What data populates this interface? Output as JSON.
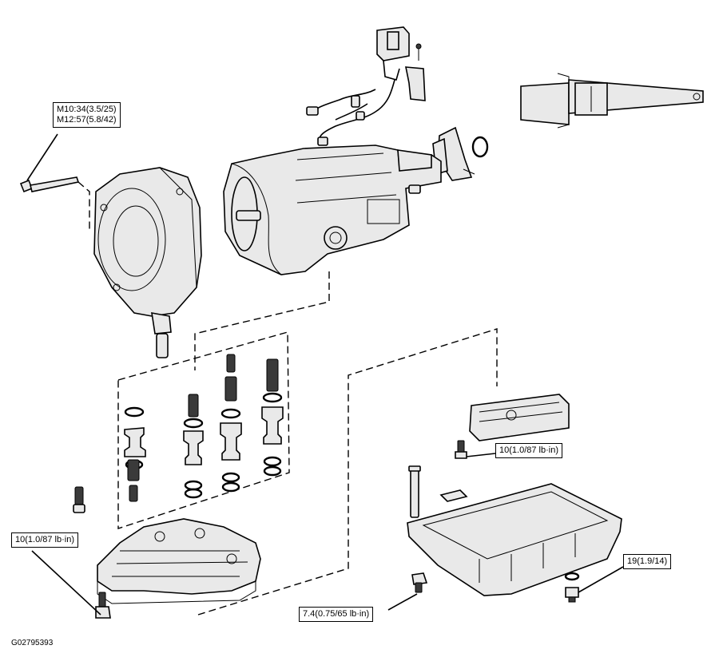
{
  "callouts": {
    "bellhousing_bolts": {
      "line1": "M10:34(3.5/25)",
      "line2": "M12:57(5.8/42)"
    },
    "valve_body_bolt": "10(1.0/87 lb·in)",
    "strainer_bolt": "10(1.0/87 lb·in)",
    "pan_bolt": "7.4(0.75/65 lb·in)",
    "drain_plug": "19(1.9/14)"
  },
  "figure_id": "G02795393"
}
